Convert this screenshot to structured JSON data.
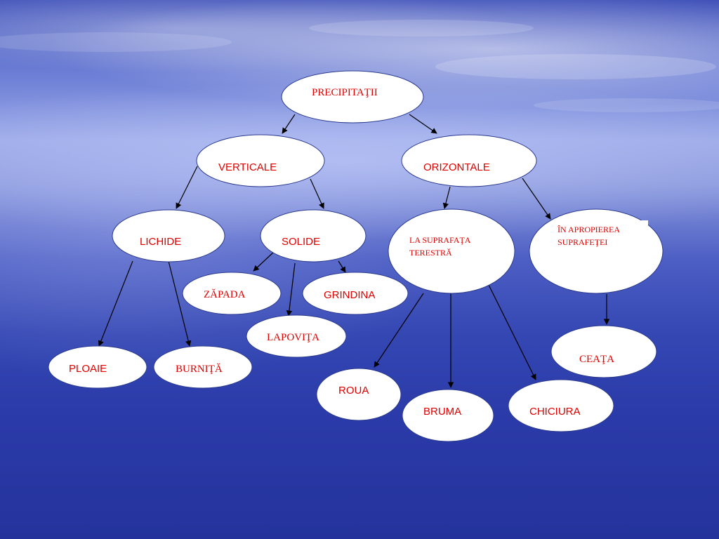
{
  "nodes": {
    "precipitatii": "PRECIPITAŢII",
    "verticale": "VERTICALE",
    "orizontale": "ORIZONTALE",
    "lichide": "LICHIDE",
    "solide": "SOLIDE",
    "suprafata_line1": "LA SUPRAFAŢA",
    "suprafata_line2": "TERESTRĂ",
    "apropierea_line1": "ÎN APROPIEREA",
    "apropierea_line2": "SUPRAFEŢEI",
    "zapada": "ZĂPADA",
    "grindina": "GRINDINA",
    "lapovita": "LAPOVIŢA",
    "ploaie": "PLOAIE",
    "burnita": "BURNIŢĂ",
    "roua": "ROUA",
    "bruma": "BRUMA",
    "chiciura": "CHICIURA",
    "ceata": "CEAŢA"
  },
  "colors": {
    "label": "#e00000",
    "node_fill": "#ffffff",
    "edge": "#000000"
  }
}
